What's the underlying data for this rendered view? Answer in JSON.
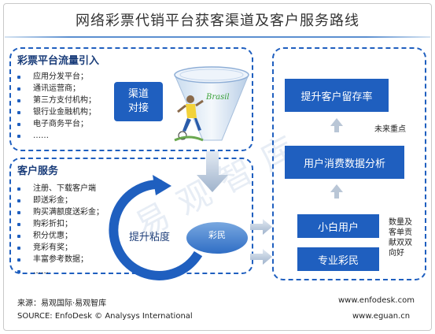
{
  "title": "网络彩票代销平台获客渠道及客户服务路线",
  "traffic_panel": {
    "heading": "彩票平台流量引入",
    "items": [
      "应用分发平台；",
      "通讯运营商；",
      "第三方支付机构；",
      "银行业金融机构；",
      "电子商务平台；",
      "……"
    ],
    "channel_box": "渠道\n对接"
  },
  "service_panel": {
    "heading": "客户服务",
    "items": [
      "注册、下载客户端",
      "即送彩金；",
      "购买满额度送彩金；",
      "购彩折扣；",
      "积分优惠；",
      "竞彩有奖；",
      "丰富参考数据；",
      "……"
    ],
    "stickiness_label": "提升粘度",
    "lottery_user_label": "彩民"
  },
  "right_panel": {
    "retention_box": "提升客户留存率",
    "future_focus": "未来重点",
    "analysis_box": "用户消费数据分析",
    "newbie_box": "小白用户",
    "pro_box": "专业彩民",
    "side_note": "数量及\n客单贡\n献双双\n向好"
  },
  "funnel_text": "Brasil",
  "watermark": "易观智库",
  "footer": {
    "source_cn": "来源：易观国际·易观智库",
    "source_en": "SOURCE: EnfoDesk © Analysys International",
    "url1": "www.enfodesk.com",
    "url2": "www.eguan.cn"
  },
  "colors": {
    "primary_blue": "#1f5fbf",
    "arrow_gray": "#b9c6d6",
    "heading_navy": "#1a3d7a"
  }
}
